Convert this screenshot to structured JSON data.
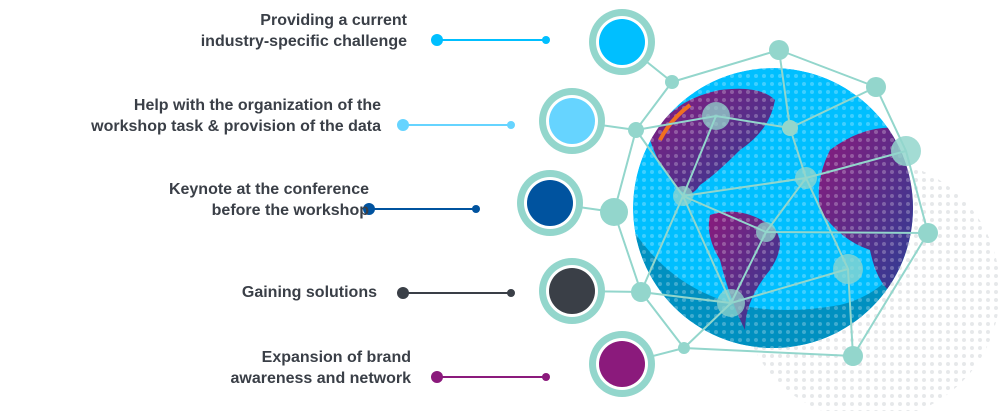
{
  "items": [
    {
      "label_line1": "Providing a current",
      "label_line2": "industry-specific challenge",
      "color": "#00bfff"
    },
    {
      "label_line1": "Help with the organization of the",
      "label_line2": "workshop task & provision of the data",
      "color": "#66d4ff"
    },
    {
      "label_line1": "Keynote at the conference",
      "label_line2": "before the workshop",
      "color": "#00539f"
    },
    {
      "label_line1": "Gaining solutions",
      "label_line2": "",
      "color": "#3a3f47"
    },
    {
      "label_line1": "Expansion of brand",
      "label_line2": "awareness and network",
      "color": "#8b1a7c"
    }
  ],
  "colors": {
    "ring": "#93d6cc",
    "globe": "#00bfff",
    "land": "#7a2a8c"
  }
}
